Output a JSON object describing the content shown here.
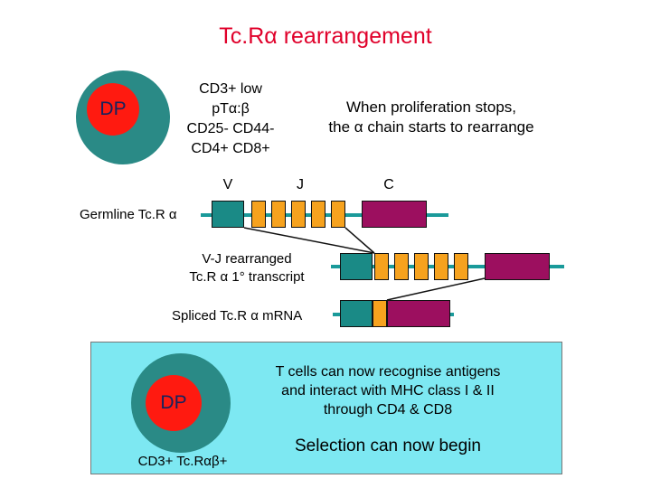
{
  "title": "Tc.Rα rearrangement",
  "cell_top": {
    "label": "DP",
    "markers": [
      "CD3+ low",
      "pTα:β",
      "CD25- CD44-",
      "CD4+ CD8+"
    ]
  },
  "note": [
    "When proliferation stops,",
    "the α chain starts to rearrange"
  ],
  "segment_labels": {
    "v": "V",
    "j": "J",
    "c": "C"
  },
  "rows": {
    "germline": "Germline Tc.R α",
    "rearranged": [
      "V-J rearranged",
      "Tc.R α 1° transcript"
    ],
    "spliced": "Spliced Tc.R α mRNA"
  },
  "panel": {
    "cell_label": "DP",
    "cell_marker": "CD3+ Tc.Rαβ+",
    "text": [
      "T cells can now recognise antigens",
      "and interact with MHC class I & II",
      "through CD4 & CD8"
    ],
    "selection": "Selection can now begin"
  },
  "colors": {
    "title": "#e0002a",
    "cell_outer": "#2a8a86",
    "cell_inner": "#ff1a10",
    "v_segment": "#1a8a86",
    "j_segment": "#f6a21e",
    "c_segment": "#9c0f5f",
    "dna_line": "#1a9a9a",
    "panel_bg": "#7de8f2"
  }
}
